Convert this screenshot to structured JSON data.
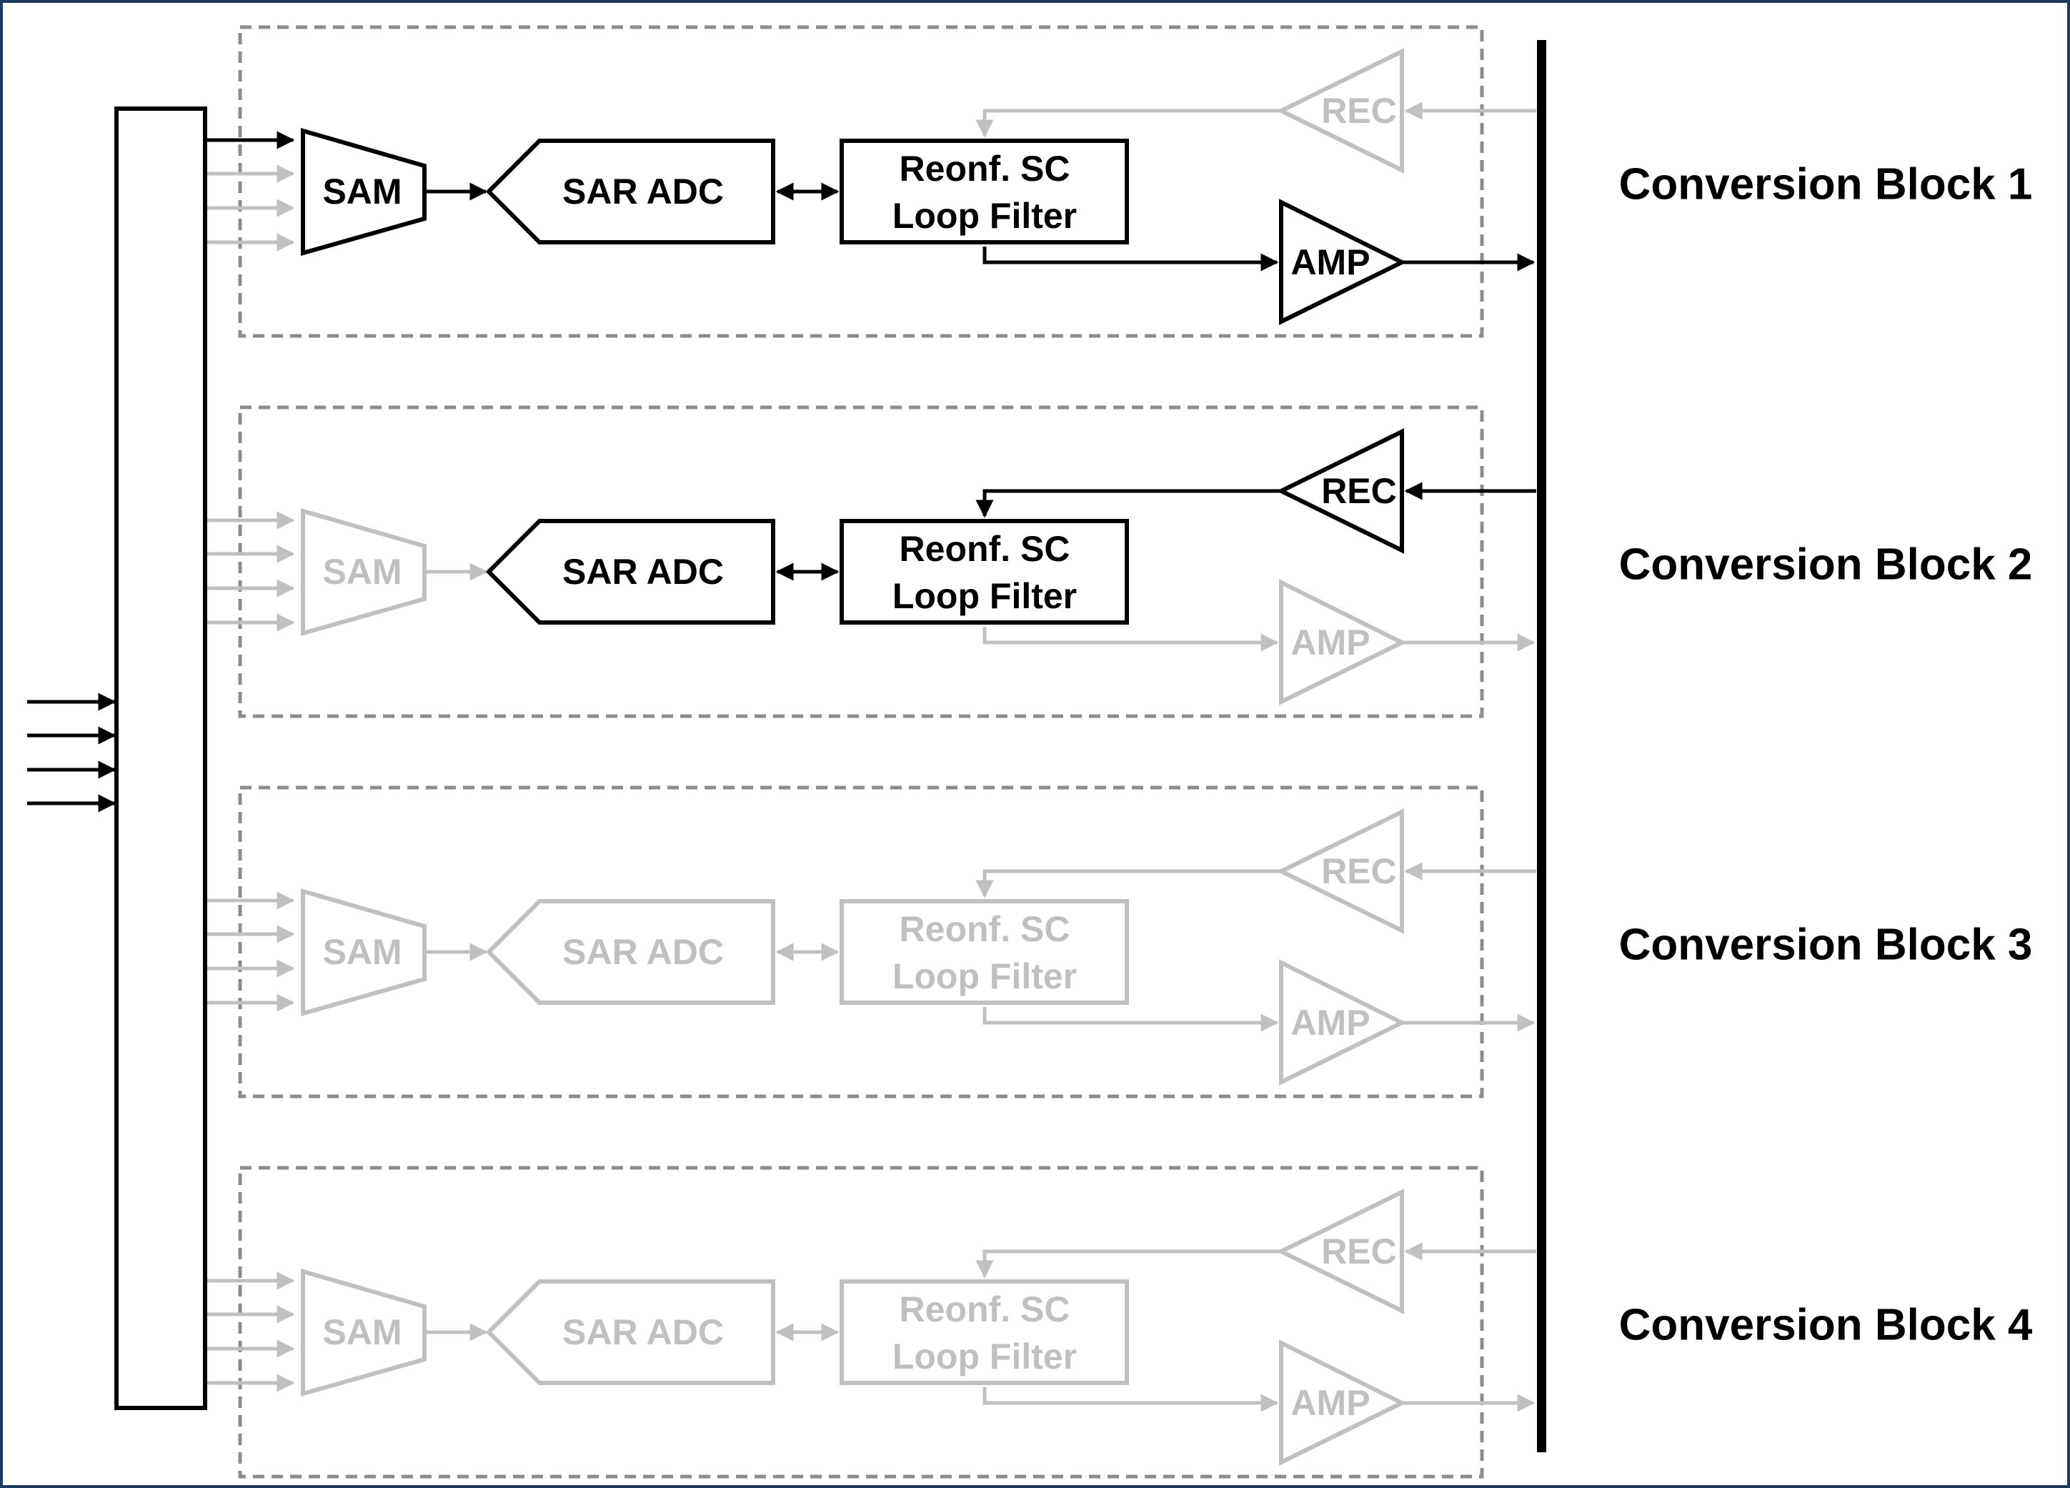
{
  "colors": {
    "active": "#000000",
    "inactive": "#c0c0c0",
    "frame": "#1f3a5f",
    "dashed_border": "#8c8c8c"
  },
  "labels": {
    "sam": "SAM",
    "sar_adc": "SAR ADC",
    "loop_filter_line1": "Reonf. SC",
    "loop_filter_line2": "Loop Filter",
    "rec": "REC",
    "amp": "AMP"
  },
  "blocks": [
    {
      "title": "Conversion Block 1",
      "sam_active": true,
      "adc_active": true,
      "filter_active": true,
      "rec_active": false,
      "amp_active": true
    },
    {
      "title": "Conversion Block 2",
      "sam_active": false,
      "adc_active": true,
      "filter_active": true,
      "rec_active": true,
      "amp_active": false
    },
    {
      "title": "Conversion Block 3",
      "sam_active": false,
      "adc_active": false,
      "filter_active": false,
      "rec_active": false,
      "amp_active": false
    },
    {
      "title": "Conversion Block 4",
      "sam_active": false,
      "adc_active": false,
      "filter_active": false,
      "rec_active": false,
      "amp_active": false
    }
  ]
}
